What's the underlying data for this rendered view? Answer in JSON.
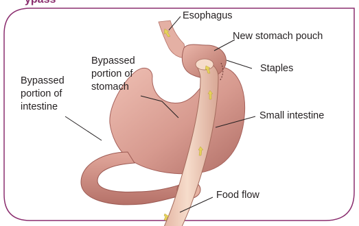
{
  "header": {
    "partial_title": "ypass"
  },
  "labels": {
    "esophagus": "Esophagus",
    "new_stomach_pouch": "New stomach pouch",
    "staples": "Staples",
    "bypassed_stomach": [
      "Bypassed",
      "portion of",
      "stomach"
    ],
    "bypassed_intestine": [
      "Bypassed",
      "portion of",
      "intestine"
    ],
    "small_intestine": "Small intestine",
    "food_flow": "Food flow"
  },
  "colors": {
    "frame": "#8a2d6e",
    "tissue_light": "#e8b3a8",
    "tissue_mid": "#cf8a80",
    "tissue_dark": "#a8615b",
    "intestine_tube": "#f1d3c1",
    "food_arrow": "#e6d25a",
    "leader_line": "#231f20"
  }
}
